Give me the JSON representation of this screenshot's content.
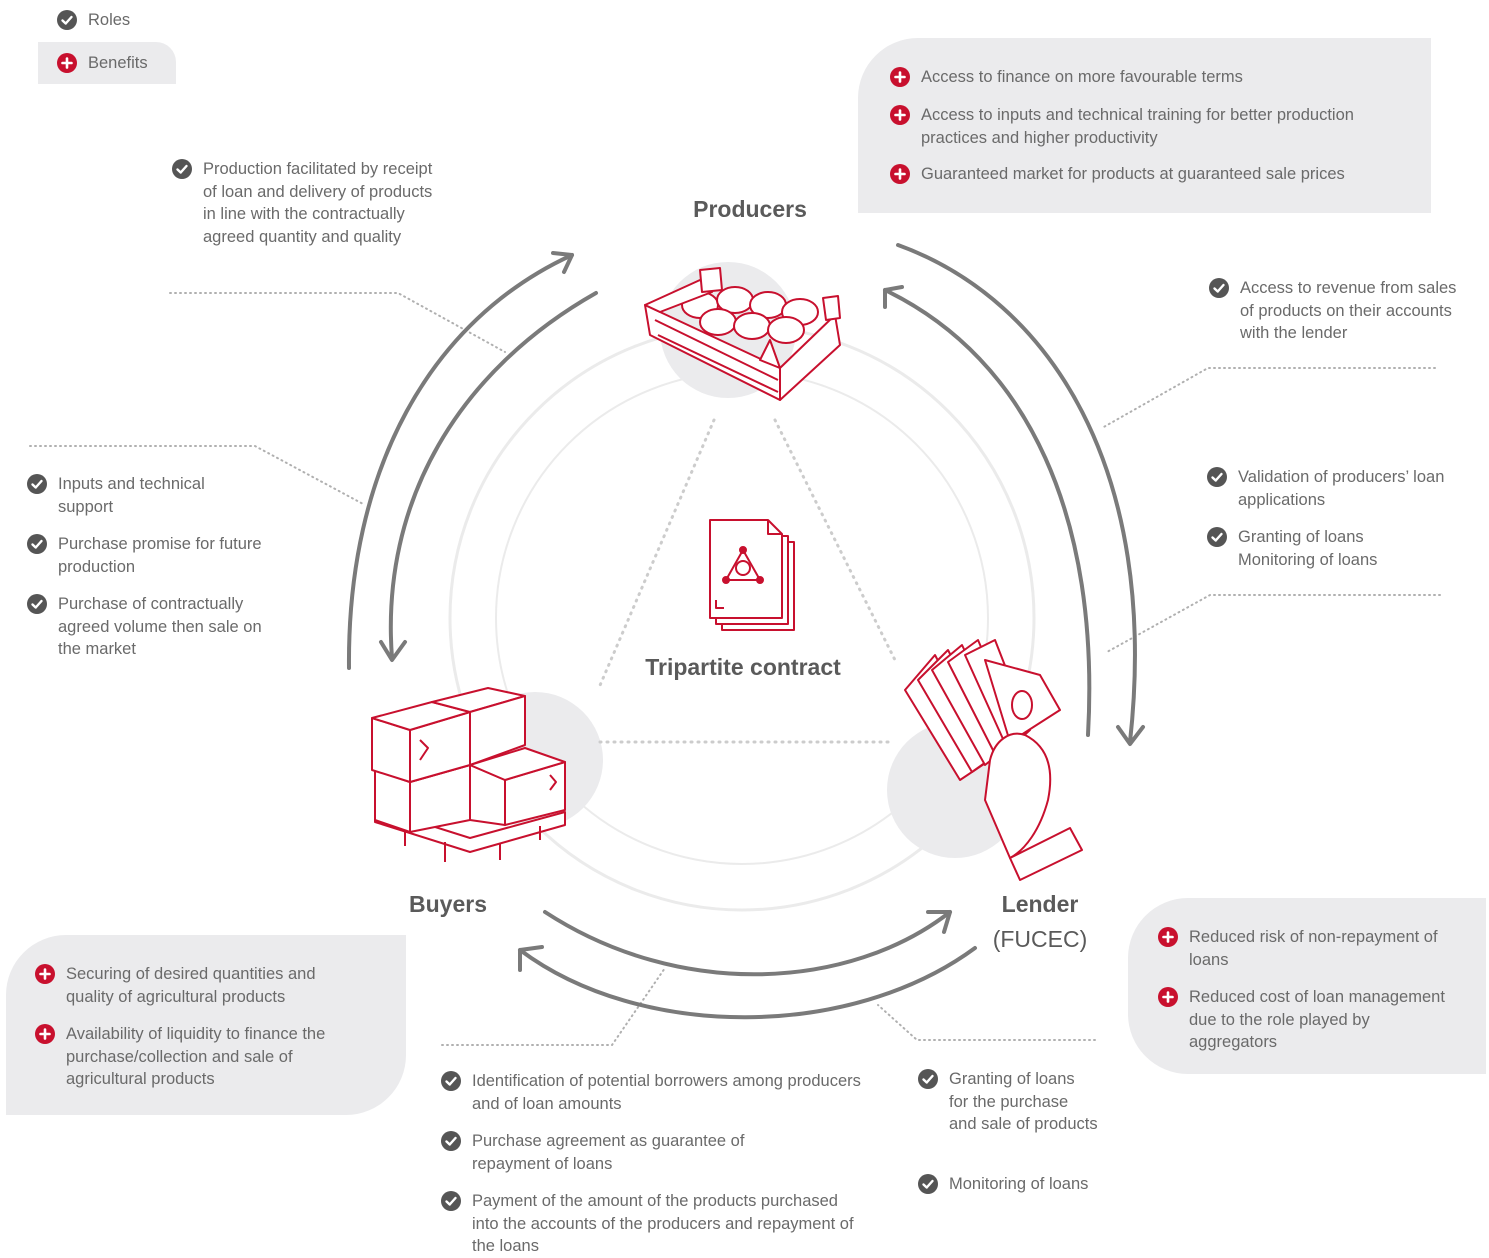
{
  "legend": {
    "roles": "Roles",
    "benefits": "Benefits"
  },
  "center": {
    "title": "Tripartite contract"
  },
  "nodes": {
    "producers": {
      "label": "Producers"
    },
    "buyers": {
      "label": "Buyers"
    },
    "lender": {
      "label": "Lender",
      "sublabel": "(FUCEC)"
    }
  },
  "producers_benefits": [
    "Access to finance on more favourable terms",
    "Access to inputs and technical training for better production practices and higher productivity",
    "Guaranteed market for products at guaranteed sale prices"
  ],
  "producers_roles": [
    "Production facilitated by receipt of loan and delivery of products in line with the contractually agreed quantity and quality"
  ],
  "lender_roles_right_top": [
    "Access to revenue from sales of products on their accounts with the lender"
  ],
  "lender_roles_right": [
    "Validation of producers’ loan applications",
    "Granting of loans Monitoring of loans"
  ],
  "buyers_roles_left": [
    "Inputs and technical support",
    "Purchase promise for future production",
    "Purchase of contractually agreed volume then sale on the market"
  ],
  "buyers_benefits": [
    "Securing of desired quantities and quality of agricultural products",
    "Availability of liquidity to finance the purchase/collection and sale of agricultural products"
  ],
  "bottom_center_roles": [
    "Identification of potential borrowers among producers and of loan amounts",
    "Purchase agreement as guarantee of repayment of loans",
    "Payment of the amount of the products purchased into the accounts of the producers and repayment of the loans"
  ],
  "bottom_right_roles": [
    "Granting of loans for the purchase and sale of products",
    "Monitoring of loans"
  ],
  "lender_benefits": [
    "Reduced risk of non-repayment of loans",
    "Reduced cost of loan management due to the role played by aggregators"
  ],
  "colors": {
    "accent": "#c8102e",
    "check": "#555555",
    "panel": "#ebebed",
    "arrow": "#7a7a7a"
  }
}
